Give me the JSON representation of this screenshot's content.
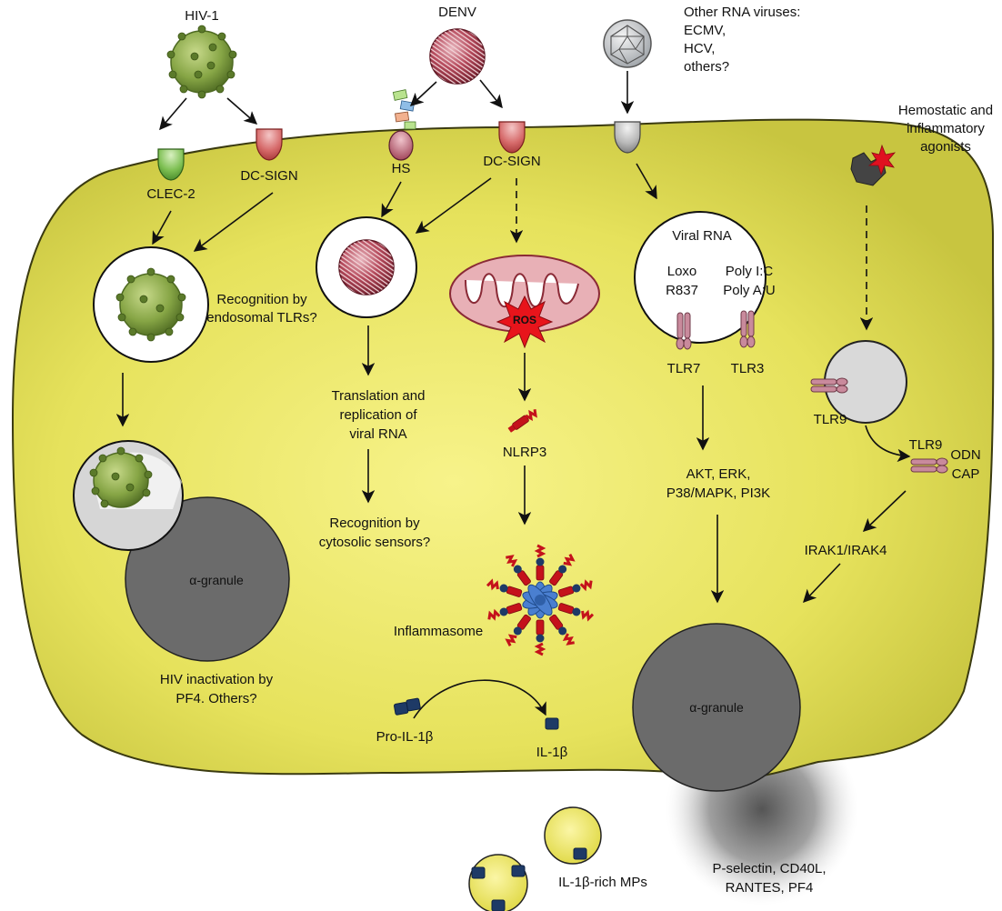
{
  "viruses": {
    "hiv": "HIV-1",
    "denv": "DENV",
    "other_line1": "Other RNA viruses:",
    "other_line2": "ECMV,",
    "other_line3": "HCV,",
    "other_line4": "others?"
  },
  "agonists": {
    "line1": "Hemostatic and",
    "line2": "inflammatory",
    "line3": "agonists"
  },
  "receptors": {
    "clec2": "CLEC-2",
    "dcsign_hiv": "DC-SIGN",
    "hs": "HS",
    "dcsign_denv": "DC-SIGN",
    "tlr7": "TLR7",
    "tlr3": "TLR3",
    "tlr9_endo": "TLR9",
    "tlr9_surface": "TLR9"
  },
  "texts": {
    "endosomal_line1": "Recognition by",
    "endosomal_line2": "endosomal TLRs?",
    "translation_line1": "Translation and",
    "translation_line2": "replication of",
    "translation_line3": "viral RNA",
    "cytosolic_line1": "Recognition by",
    "cytosolic_line2": "cytosolic sensors?",
    "ros": "ROS",
    "nlrp3": "NLRP3",
    "inflammasome": "Inflammasome",
    "pro_il1b": "Pro-IL-1β",
    "il1b": "IL-1β",
    "viral_rna": "Viral RNA",
    "loxo": "Loxo",
    "r837": "R837",
    "polyic": "Poly I:C",
    "polyau": "Poly A:U",
    "akt_line1": "AKT, ERK,",
    "akt_line2": "P38/MAPK, PI3K",
    "odn": "ODN",
    "cap": "CAP",
    "irak": "IRAK1/IRAK4",
    "granule_left": "α-granule",
    "granule_right": "α-granule",
    "hiv_inact_line1": "HIV inactivation by",
    "hiv_inact_line2": "PF4. Others?",
    "mps": "IL-1β-rich MPs",
    "release_line1": "P-selectin, CD40L,",
    "release_line2": "RANTES, PF4"
  },
  "colors": {
    "cytoplasm_center": "#f2ee7a",
    "cytoplasm_edge": "#c9c63e",
    "granule": "#6b6b6b",
    "virus_green": "#7b9a3e",
    "denv_red": "#9c2a3b",
    "tlr_pink": "#c98a9c",
    "ros_red": "#e8141b",
    "nlrp3_red": "#c4121b",
    "inflammasome_blue": "#4a7fd0",
    "il1b_navy": "#1e3a66"
  }
}
